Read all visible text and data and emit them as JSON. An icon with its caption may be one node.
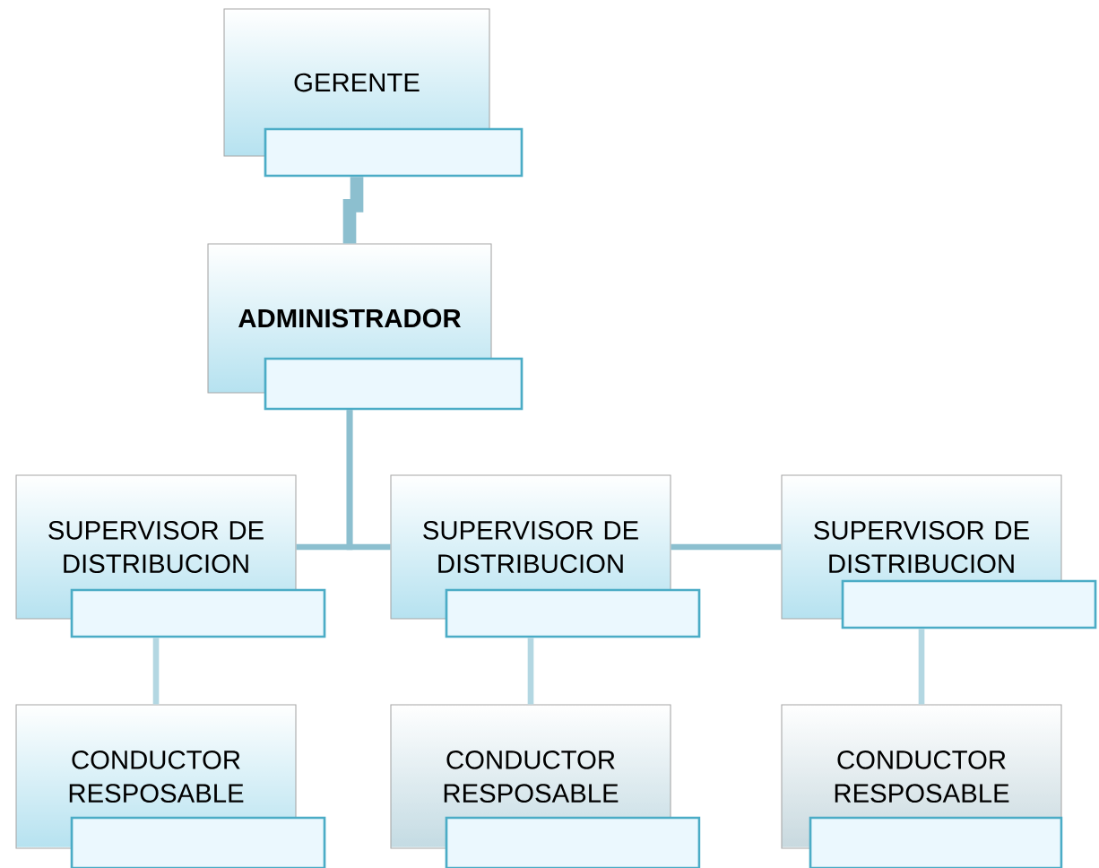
{
  "diagram": {
    "nodes": [
      {
        "text": [
          "GERENTE"
        ]
      },
      {
        "text": [
          "ADMINISTRADOR"
        ]
      },
      {
        "text": [
          "SUPERVISOR DE DISTRIBUCION"
        ]
      },
      {
        "text": [
          "SUPERVISOR DE DISTRIBUCION"
        ]
      },
      {
        "text": [
          "SUPERVISOR DE DISTRIBUCION"
        ]
      },
      {
        "text": [
          "CONDUCTOR RESPOSABLE"
        ]
      },
      {
        "text": [
          "CONDUCTOR RESPOSABLE"
        ]
      },
      {
        "text": [
          "CONDUCTOR RESPOSABLE"
        ]
      }
    ],
    "edges": [
      {
        "from": 0,
        "to": 1,
        "arrow": "none",
        "style": "thick"
      },
      {
        "from": 1,
        "to": 2,
        "arrow": "none"
      },
      {
        "from": 1,
        "to": 3,
        "arrow": "none"
      },
      {
        "from": 3,
        "to": 4,
        "arrow": "none"
      },
      {
        "from": 2,
        "to": 5,
        "arrow": "none",
        "color": "#b3d7e2"
      },
      {
        "from": 3,
        "to": 6,
        "arrow": "none",
        "color": "#b3d7e2"
      },
      {
        "from": 4,
        "to": 7,
        "arrow": "none",
        "color": "#b3d7e2"
      }
    ]
  }
}
